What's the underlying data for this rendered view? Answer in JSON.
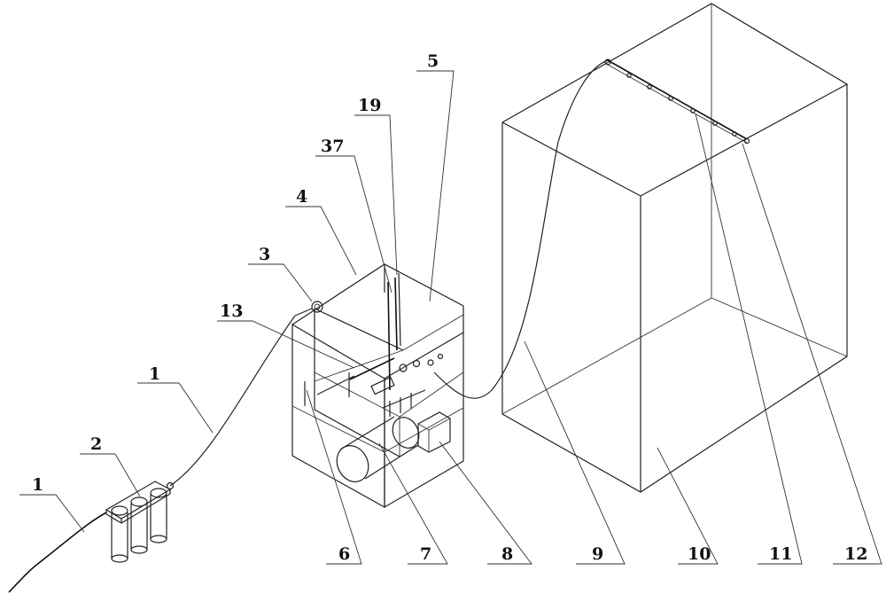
{
  "labels": {
    "l1a": "1",
    "l1b": "1",
    "l2": "2",
    "l3": "3",
    "l4": "4",
    "l5": "5",
    "l6": "6",
    "l7": "7",
    "l8": "8",
    "l9": "9",
    "l10": "10",
    "l11": "11",
    "l12": "12",
    "l13": "13",
    "l19": "19",
    "l37": "37"
  }
}
